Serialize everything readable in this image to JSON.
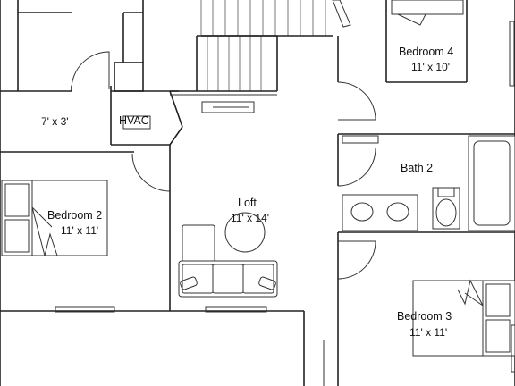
{
  "rooms": {
    "closet": {
      "dimensions": "7' x 3'"
    },
    "hvac": {
      "name": "HVAC"
    },
    "bedroom2": {
      "name": "Bedroom 2",
      "dimensions": "11' x 11'"
    },
    "loft": {
      "name": "Loft",
      "dimensions": "11' x 14'"
    },
    "bath2": {
      "name": "Bath 2"
    },
    "bedroom3": {
      "name": "Bedroom 3",
      "dimensions": "11' x 11'"
    },
    "bedroom4": {
      "name": "Bedroom 4",
      "dimensions": "11' x 10'"
    }
  }
}
